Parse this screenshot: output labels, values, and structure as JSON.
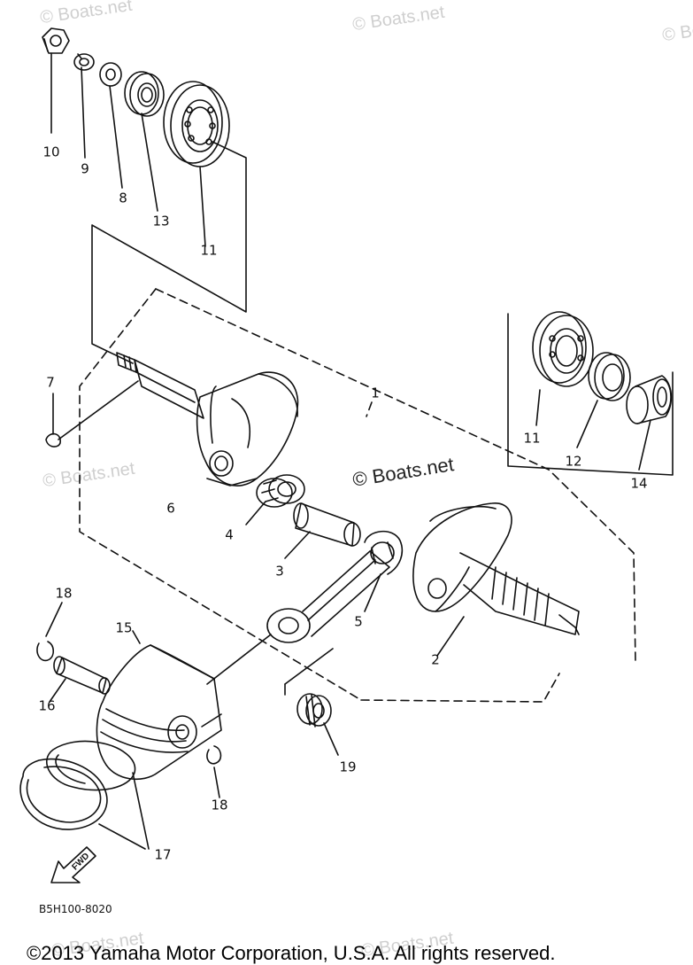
{
  "diagram": {
    "callouts": [
      "10",
      "9",
      "8",
      "13",
      "11",
      "7",
      "1",
      "11",
      "12",
      "14",
      "6",
      "4",
      "3",
      "5",
      "2",
      "18",
      "15",
      "16",
      "19",
      "18",
      "17"
    ],
    "drawing_code": "B5H100-8020",
    "fwd_label": "FWD",
    "watermarks": [
      "© Boats.net",
      "© Boats.net",
      "© Boats.net",
      "© Boats.net",
      "© Boats.net",
      "© Boats.net"
    ],
    "center_watermark": "© Boats.net"
  },
  "footer": {
    "copyright": "©2013 Yamaha Motor Corporation, U.S.A. All rights reserved."
  }
}
